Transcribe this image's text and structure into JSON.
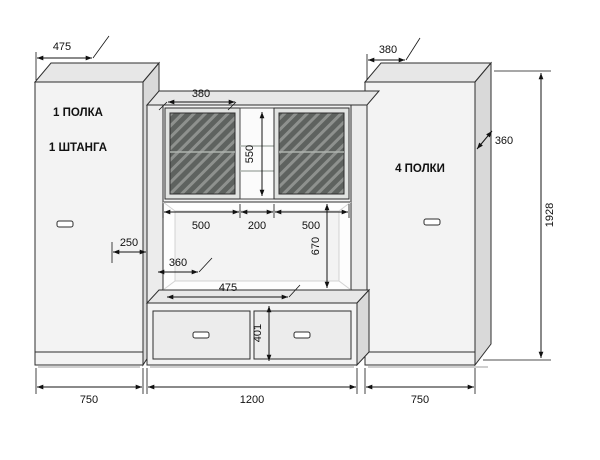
{
  "drawing": {
    "left_cabinet": {
      "label_line1": "1 ПОЛКА",
      "label_line2": "1 ШТАНГА",
      "depth_dim": "475",
      "width_dim": "750"
    },
    "center_unit": {
      "depth_dim": "380",
      "glass_height_dim": "550",
      "section_left_dim": "500",
      "section_middle_dim": "200",
      "section_right_dim": "500",
      "niche_height_dim": "670",
      "niche_depth_dim": "360",
      "side_offset_dim": "250",
      "tv_space_dim": "475",
      "drawer_height_dim": "401",
      "width_dim": "1200"
    },
    "right_cabinet": {
      "label": "4 ПОЛКИ",
      "depth_dim": "380",
      "top_depth_dim": "360",
      "width_dim": "750"
    },
    "overall": {
      "height_dim": "1928"
    }
  }
}
